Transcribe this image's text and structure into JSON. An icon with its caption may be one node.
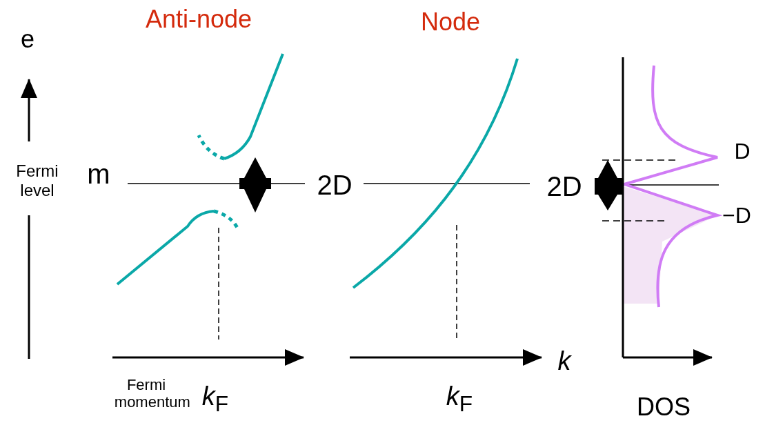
{
  "diagram": {
    "labels": [
      "Anti-node",
      "Node",
      "e",
      "D",
      "m",
      "2D",
      "2D",
      "Fermi level",
      "−D",
      "*k*",
      "Fermi momentum",
      "*k*$_{F}$",
      "*k*$_{F}$",
      "DOS"
    ]
  }
}
